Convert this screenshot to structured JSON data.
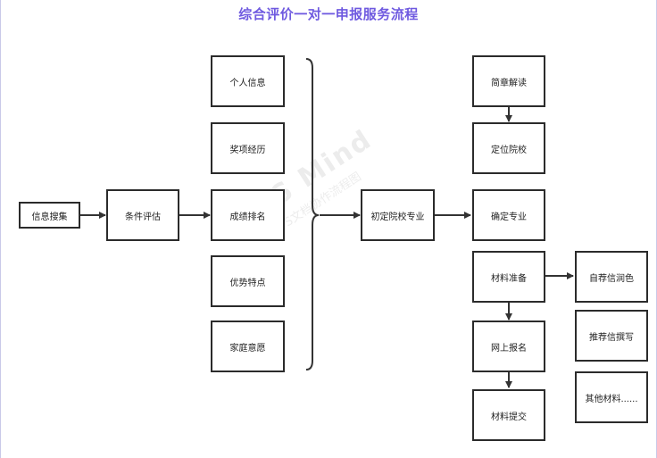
{
  "title": "综合评价一对一申报服务流程",
  "watermark": {
    "brand": "WPS Mind",
    "note": "WPS文档协作流程图"
  },
  "nodes": {
    "info_collect": "信息搜集",
    "eval": "条件评估",
    "personal": "个人信息",
    "awards": "奖项经历",
    "ranking": "成绩排名",
    "strengths": "优势特点",
    "family": "家庭意愿",
    "initial_target": "初定院校专业",
    "brochure": "简章解读",
    "school": "定位院校",
    "major": "确定专业",
    "materials": "材料准备",
    "online_apply": "网上报名",
    "submit": "材料提交",
    "self_rec": "自荐信润色",
    "rec_letter": "推荐信撰写",
    "other": "其他材料......"
  }
}
